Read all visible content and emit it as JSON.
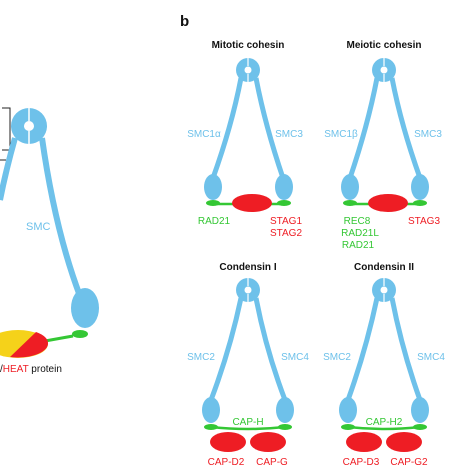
{
  "panel_b_label": "b",
  "panel_a": {
    "smc_label": "SMC",
    "heat_prefix": "/",
    "heat_label": "HEAT",
    "protein_label": " protein"
  },
  "mitotic": {
    "title": "Mitotic cohesin",
    "left_arm": "SMC1α",
    "right_arm": "SMC3",
    "kleisin": "RAD21",
    "heat_1": "STAG1",
    "heat_2": "STAG2"
  },
  "meiotic": {
    "title": "Meiotic cohesin",
    "left_arm": "SMC1β",
    "right_arm": "SMC3",
    "kleisin_1": "REC8",
    "kleisin_2": "RAD21L",
    "kleisin_3": "RAD21",
    "heat": "STAG3"
  },
  "condensin1": {
    "title": "Condensin I",
    "left_arm": "SMC2",
    "right_arm": "SMC4",
    "kleisin": "CAP-H",
    "heat_1": "CAP-D2",
    "heat_2": "CAP-G"
  },
  "condensin2": {
    "title": "Condensin II",
    "left_arm": "SMC2",
    "right_arm": "SMC4",
    "kleisin": "CAP-H2",
    "heat_1": "CAP-D3",
    "heat_2": "CAP-G2"
  },
  "colors": {
    "smc": "#6ec1ea",
    "kleisin": "#34c734",
    "heat": "#ee1d24",
    "heat_yellow": "#f5d21a",
    "text_black": "#111111"
  }
}
